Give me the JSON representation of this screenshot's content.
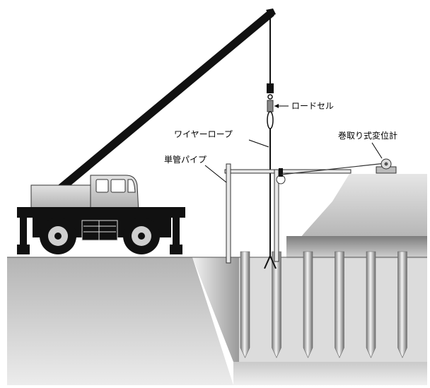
{
  "labels": {
    "load_cell": "ロードセル",
    "wire_rope": "ワイヤーロープ",
    "single_pipe": "単管パイプ",
    "displacement_meter": "巻取り式変位計"
  },
  "piles": {
    "count": 6
  },
  "colors": {
    "crane_body": "#111111",
    "cab": "#c8c8c8",
    "ground_dark": "#8a8a8a",
    "ground_light": "#e0e0e0",
    "load_cell_accent": "#888888"
  }
}
